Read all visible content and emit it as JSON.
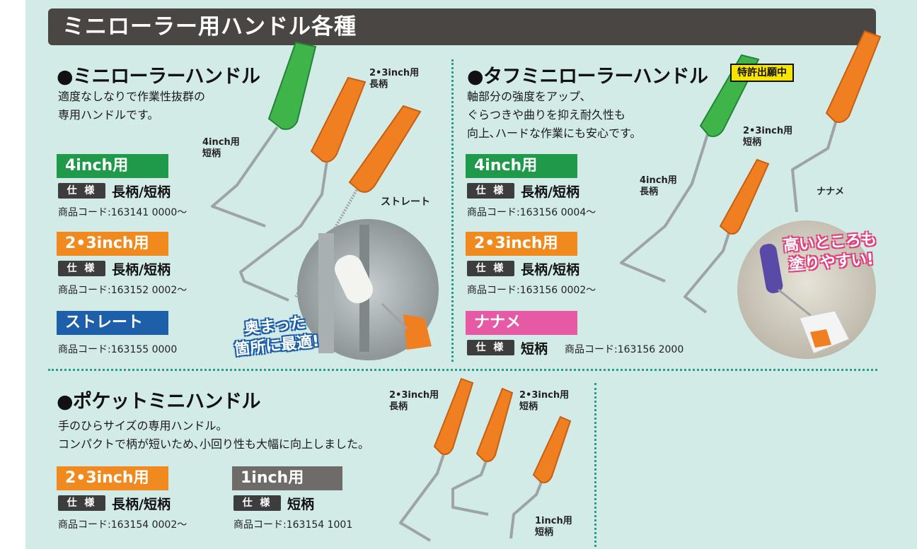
{
  "banner": {
    "title": "ミニローラー用ハンドル各種"
  },
  "colors": {
    "green": "#1f9a4a",
    "orange": "#f08a1e",
    "blue": "#1d5fa8",
    "gray": "#6e6b69",
    "pink": "#e65aa5",
    "handle_green": "#3fb549",
    "handle_orange": "#f07f22"
  },
  "mini": {
    "title": "●ミニローラーハンドル",
    "desc": "適度なしなりで作業性抜群の\n専用ハンドルです。",
    "item4": {
      "label": "4inch用",
      "spec_tag": "仕 様",
      "spec": "長柄/短柄",
      "code": "商品コード:163141 0000〜"
    },
    "item23": {
      "label": "2•3inch用",
      "spec_tag": "仕 様",
      "spec": "長柄/短柄",
      "code": "商品コード:163152 0002〜"
    },
    "straight": {
      "label": "ストレート",
      "code": "商品コード:163155 0000"
    },
    "labels": {
      "l4": "4inch用\n短柄",
      "l23": "2•3inch用\n長柄",
      "lstraight": "ストレート"
    },
    "callout": "奥まった\n箇所に最適!"
  },
  "tough": {
    "title": "●タフミニローラーハンドル",
    "patent": "特許出願中",
    "desc": "軸部分の強度をアップ、\nぐらつきや曲りを抑え耐久性も\n向上､ハードな作業にも安心です。",
    "item4": {
      "label": "4inch用",
      "spec_tag": "仕 様",
      "spec": "長柄/短柄",
      "code": "商品コード:163156 0004〜"
    },
    "item23": {
      "label": "2•3inch用",
      "spec_tag": "仕 様",
      "spec": "長柄/短柄",
      "code": "商品コード:163156 0002〜"
    },
    "naname": {
      "label": "ナナメ",
      "spec_tag": "仕 様",
      "spec": "短柄",
      "code": "商品コード:163156 2000"
    },
    "labels": {
      "l4": "4inch用\n長柄",
      "l23": "2•3inch用\n短柄",
      "lnaname": "ナナメ"
    },
    "callout": "高いところも\n塗りやすい!"
  },
  "pocket": {
    "title": "●ポケットミニハンドル",
    "desc": "手のひらサイズの専用ハンドル。\nコンパクトで柄が短いため､小回り性も大幅に向上しました。",
    "item23": {
      "label": "2•3inch用",
      "spec_tag": "仕 様",
      "spec": "長柄/短柄",
      "code": "商品コード:163154 0002〜"
    },
    "item1": {
      "label": "1inch用",
      "spec_tag": "仕 様",
      "spec": "短柄",
      "code": "商品コード:163154 1001"
    },
    "labels": {
      "l23long": "2•3inch用\n長柄",
      "l23short": "2•3inch用\n短柄",
      "l1": "1inch用\n短柄"
    }
  }
}
